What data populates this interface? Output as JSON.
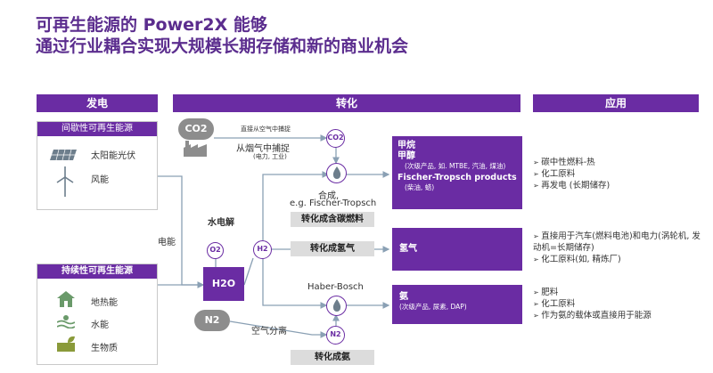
{
  "title": {
    "line1": "可再生能源的 Power2X 能够",
    "line2": "通过行业耦合实现大规模长期存储和新的商业机会"
  },
  "columns": {
    "generation": "发电",
    "conversion": "转化",
    "application": "应用"
  },
  "generation": {
    "intermittent_header": "间歇性可再生能源",
    "intermittent_items": [
      "太阳能光伏",
      "风能"
    ],
    "sustainable_header": "持续性可再生能源",
    "sustainable_items": [
      "地热能",
      "水能",
      "生物质"
    ],
    "electricity_label": "电能"
  },
  "conversion": {
    "co2_cloud": "CO2",
    "direct_air_capture": "直接从空气中捕捉",
    "flue_gas_capture": "从烟气中捕捉",
    "flue_gas_note": "(电力, 工业)",
    "co2_node": "CO2",
    "electrolysis_label": "水电解",
    "o2_node": "O2",
    "h2o_box": "H2O",
    "h2_node": "H2",
    "synthesis_label": "合成,",
    "fischer_label": "e.g. Fischer-Tropsch",
    "carbon_fuel_box": "转化成含碳燃料",
    "hydrogen_box": "转化成氢气",
    "haber_label": "Haber-Bosch",
    "n2_cloud": "N2",
    "air_separation": "空气分离",
    "n2_node": "N2",
    "ammonia_box": "转化成氨"
  },
  "products": {
    "methane": "甲烷",
    "methanol": "甲醇",
    "methanol_note": "(次级产品, 如. MTBE, 汽油, 煤油)",
    "ft_products": "Fischer-Tropsch products",
    "ft_note": "(柴油, 蜡)",
    "hydrogen": "氢气",
    "ammonia": "氨",
    "ammonia_note": "(次级产品, 尿素, DAP)"
  },
  "applications": {
    "carbon": [
      "碳中性燃料-热",
      "化工原料",
      "再发电 (长期储存)"
    ],
    "hydrogen": [
      "直接用于汽车(燃料电池)和电力(涡轮机, 发动机=长期储存)",
      "化工原料(如, 精炼厂)"
    ],
    "ammonia": [
      "肥料",
      "化工原料",
      "作为氨的载体或直接用于能源"
    ]
  },
  "colors": {
    "brand_purple": "#6a2ca3",
    "line_gray": "#8aa0b4",
    "gray_box": "#dcdcdc"
  }
}
